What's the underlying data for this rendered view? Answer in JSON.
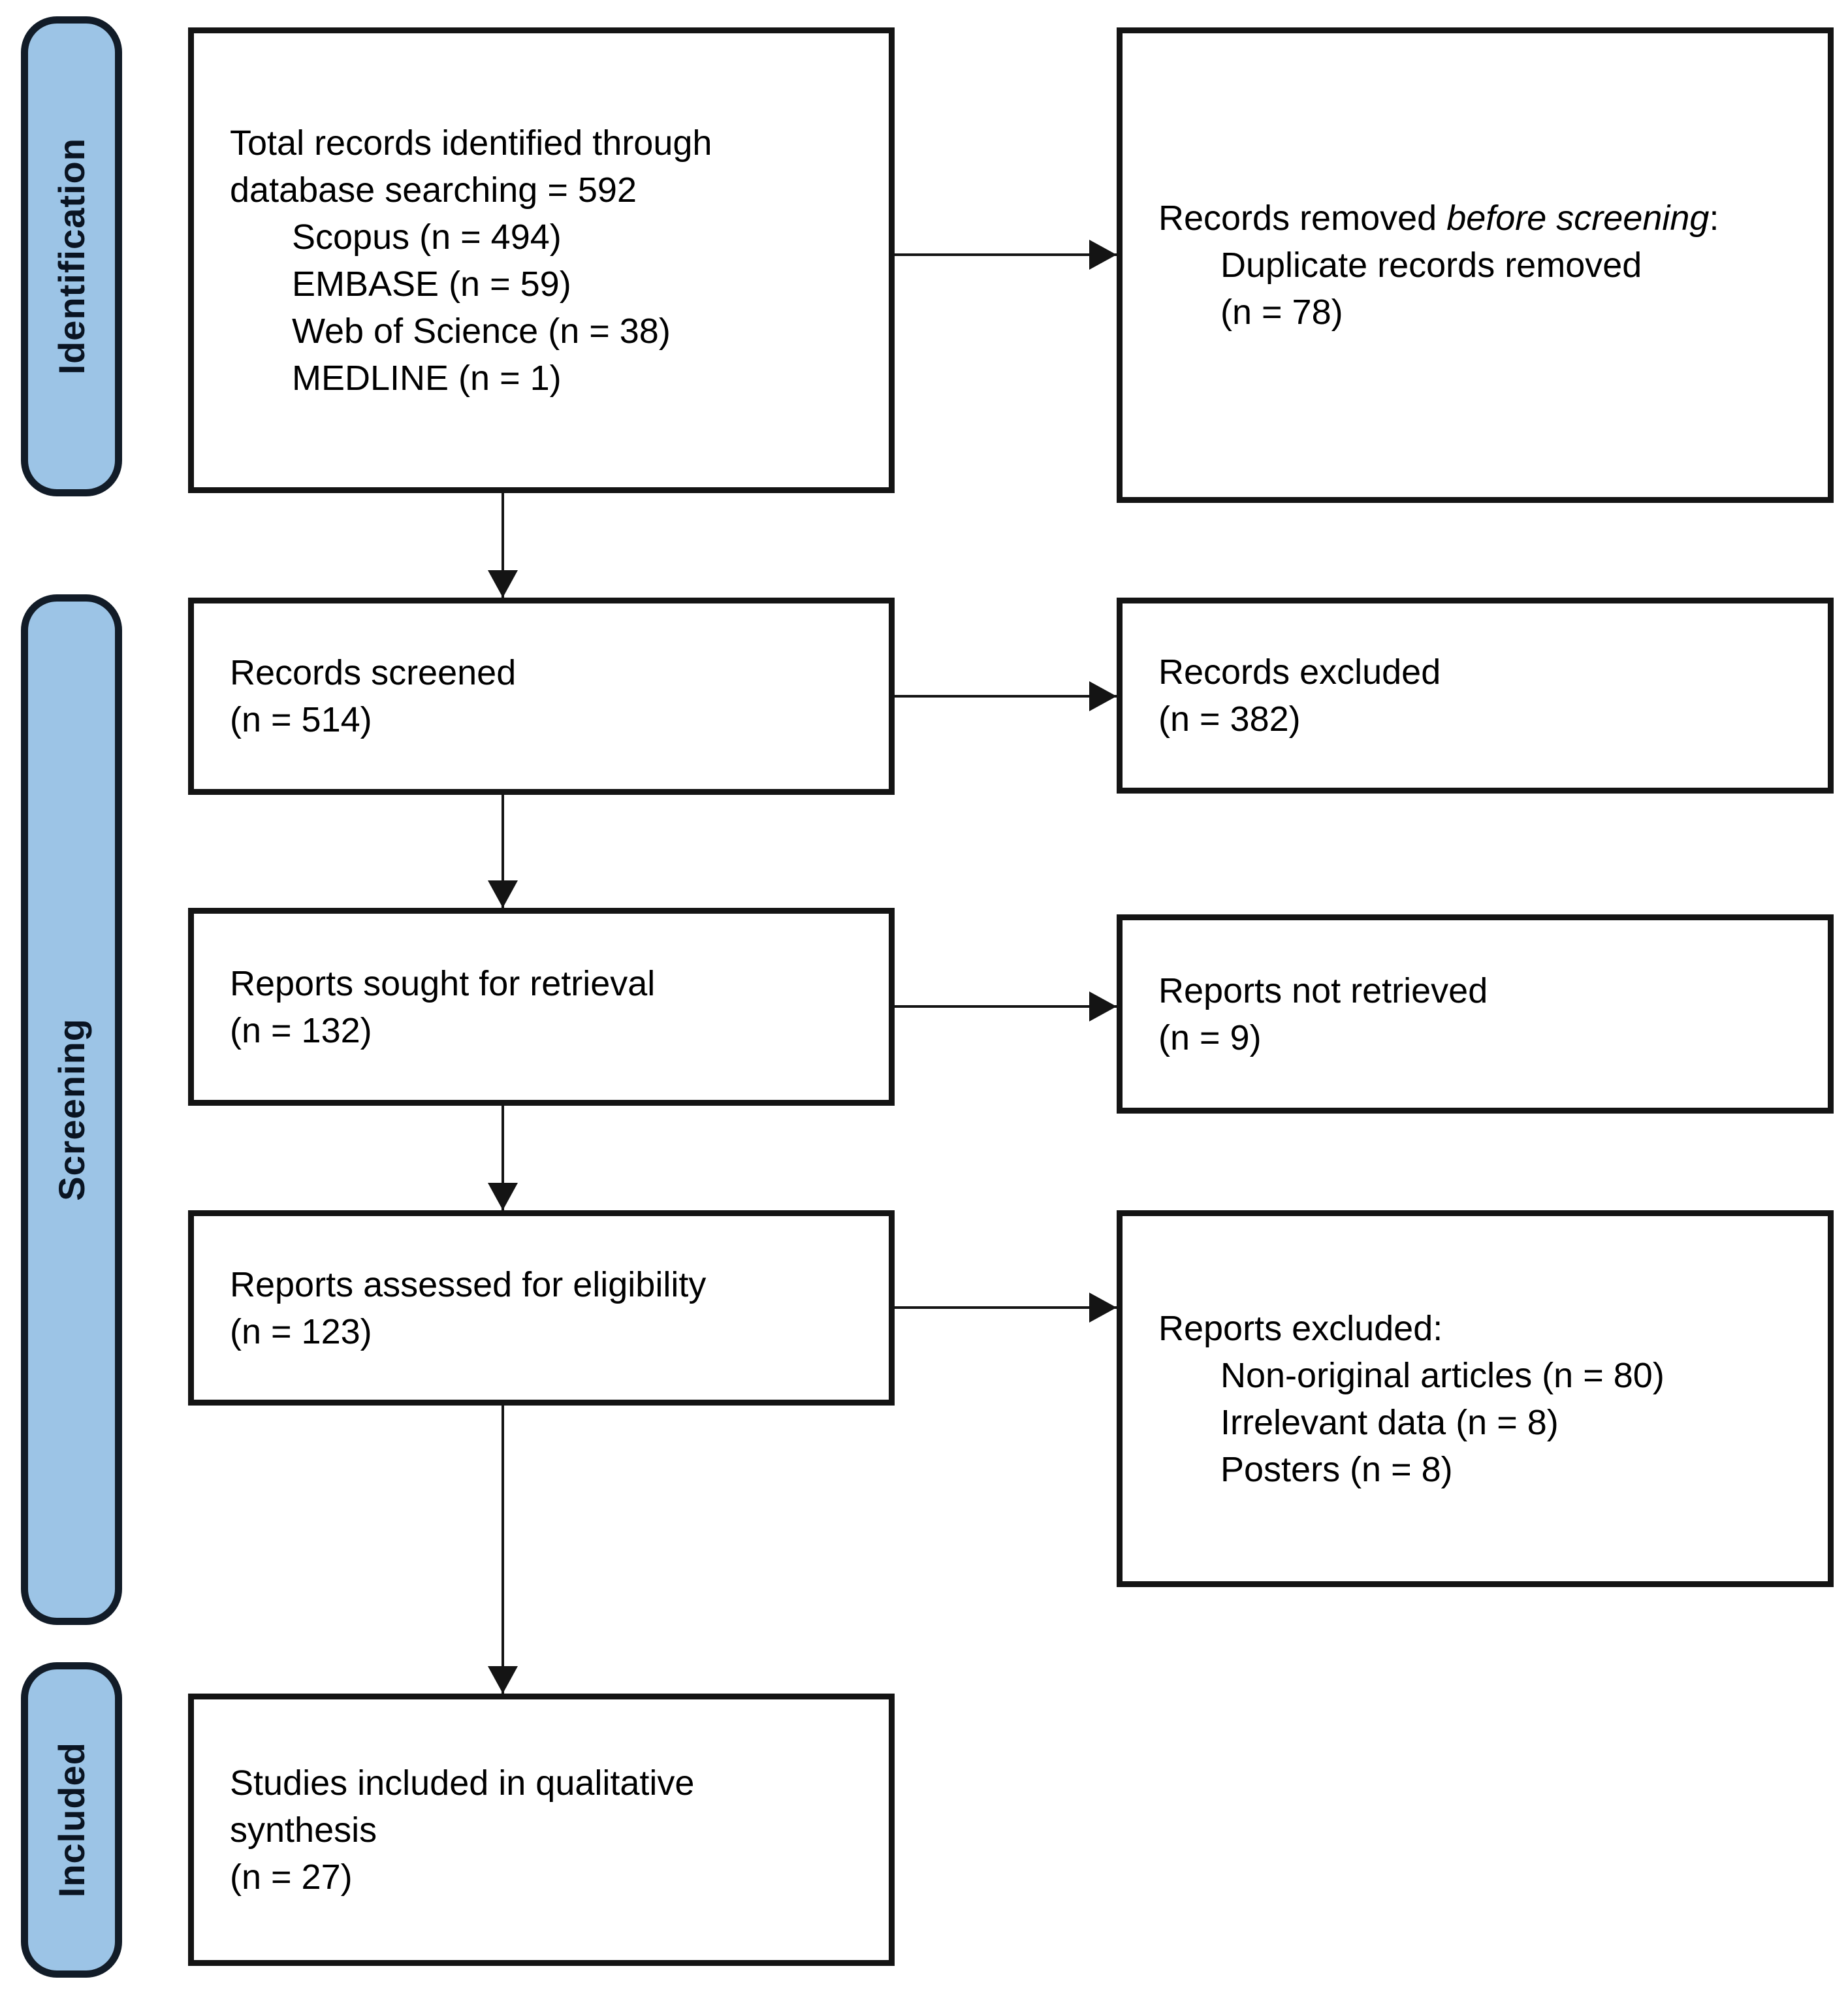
{
  "colors": {
    "background": "#ffffff",
    "stage_fill": "#9cc4e6",
    "stage_border": "#121c28",
    "box_border": "#141414",
    "arrow": "#141414",
    "text": "#000000"
  },
  "stages": [
    {
      "label": "Identification"
    },
    {
      "label": "Screening"
    },
    {
      "label": "Included"
    }
  ],
  "boxes": {
    "records_identified": {
      "line1": "Total records identified through",
      "line2": "database searching = 592",
      "sources": [
        "Scopus (n = 494)",
        "EMBASE (n = 59)",
        "Web of Science (n = 38)",
        "MEDLINE (n = 1)"
      ]
    },
    "records_removed": {
      "intro_prefix": "Records removed ",
      "intro_italic": "before screening",
      "intro_suffix": ":",
      "detail": "Duplicate records removed",
      "count": "(n = 78)"
    },
    "records_screened": {
      "line1": "Records screened",
      "count": "(n = 514)"
    },
    "records_excluded": {
      "line1": "Records excluded",
      "count": "(n = 382)"
    },
    "reports_sought": {
      "line1": "Reports sought for retrieval",
      "count": "(n = 132)"
    },
    "reports_not_retrieved": {
      "line1": "Reports not retrieved",
      "count": "(n = 9)"
    },
    "reports_assessed": {
      "line1": "Reports assessed for eligibility",
      "count": "(n = 123)"
    },
    "reports_excluded": {
      "intro": "Reports excluded:",
      "reasons": [
        "Non-original articles (n = 80)",
        "Irrelevant data (n = 8)",
        "Posters (n = 8)"
      ]
    },
    "studies_included": {
      "line1": "Studies included in qualitative",
      "line2": "synthesis",
      "count": "(n = 27)"
    }
  }
}
